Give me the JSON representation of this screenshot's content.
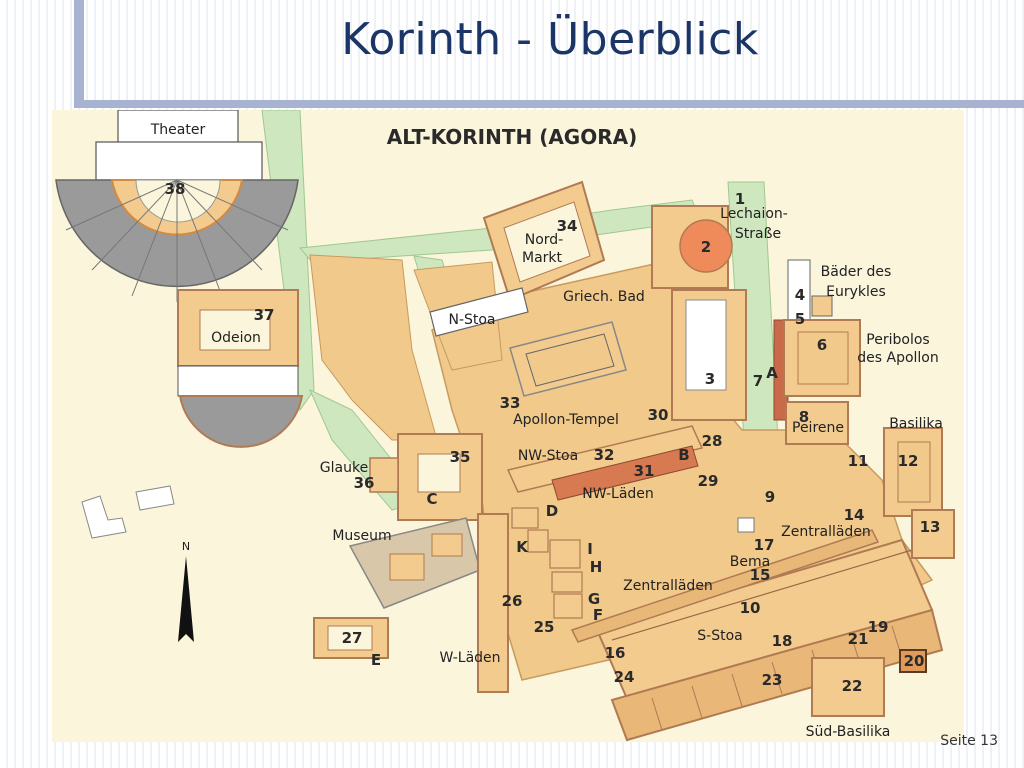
{
  "slide": {
    "title": "Korinth - Überblick",
    "page_label": "Seite 13"
  },
  "map": {
    "title": "ALT-KORINTH (AGORA)",
    "north_label": "N",
    "labels": {
      "theater": "Theater",
      "odeion": "Odeion",
      "nord": "Nord-",
      "markt": "Markt",
      "lech1": "Lechaion-",
      "lech2": "Straße",
      "baeder1": "Bäder des",
      "baeder2": "Eurykles",
      "peri1": "Peribolos",
      "peri2": "des Apollon",
      "griech_bad": "Griech. Bad",
      "nstoa": "N-Stoa",
      "apollon_tempel": "Apollon-Tempel",
      "peirene": "Peirene",
      "basilika": "Basilika",
      "nwstoa": "NW-Stoa",
      "nwladen": "NW-Läden",
      "glauke": "Glauke",
      "museum": "Museum",
      "zentral_right": "Zentralläden",
      "bema": "Bema",
      "zentral_center": "Zentralläden",
      "sstoa": "S-Stoa",
      "wladen": "W-Läden",
      "suedbasilika": "Süd-Basilika"
    },
    "numbers": {
      "n38": "38",
      "n37": "37",
      "n34": "34",
      "n1": "1",
      "n2": "2",
      "n4": "4",
      "n5": "5",
      "n6": "6",
      "n3": "3",
      "n7": "7",
      "nA": "A",
      "n8": "8",
      "n33": "33",
      "n30": "30",
      "n28": "28",
      "n32": "32",
      "n31": "31",
      "nB": "B",
      "n29": "29",
      "n11": "11",
      "n12": "12",
      "n9": "9",
      "n14": "14",
      "n13": "13",
      "n35": "35",
      "n36": "36",
      "nC": "C",
      "nD": "D",
      "nK": "K",
      "nI": "I",
      "nH": "H",
      "n17": "17",
      "n15": "15",
      "nG": "G",
      "nF": "F",
      "n26": "26",
      "n25": "25",
      "n10": "10",
      "n18": "18",
      "n21": "21",
      "n19": "19",
      "n20": "20",
      "n16": "16",
      "n24": "24",
      "n23": "23",
      "n22": "22",
      "n27": "27",
      "nE": "E"
    }
  },
  "colors": {
    "title_color": "#1a3566",
    "bar_color": "#a7b3d1",
    "map_bg": "#fbf5dc",
    "agora_fill": "#f1c98b",
    "road_green": "#cfe7bf",
    "building_fill": "#f3cb8f",
    "wall_brown": "#b07a52",
    "red_strip": "#c96a4a"
  }
}
